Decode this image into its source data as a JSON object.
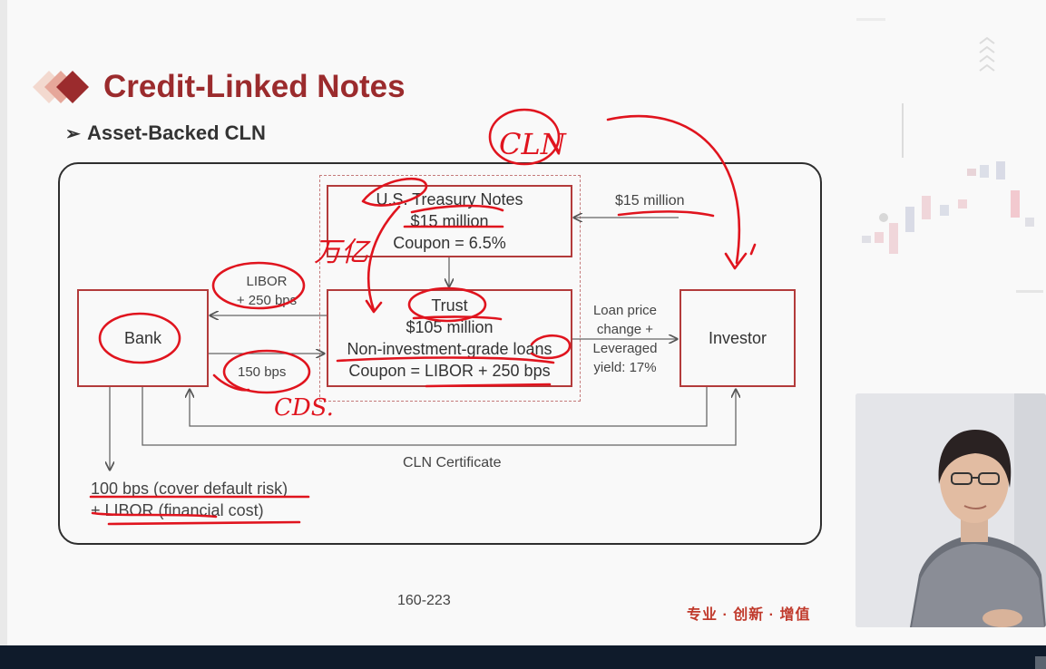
{
  "slide": {
    "title": "Credit-Linked Notes",
    "bullet": "Asset-Backed CLN",
    "page_number": "160-223",
    "brand_tagline": "专业 · 创新 · 增值"
  },
  "diagram": {
    "treasury_box": {
      "line1": "U.S. Treasury Notes",
      "line2": "$15 million",
      "line3": "Coupon = 6.5%"
    },
    "trust_box": {
      "line1": "Trust",
      "line2": "$105 million",
      "line3": "Non-investment-grade loans",
      "line4": "Coupon = LIBOR + 250 bps"
    },
    "bank_box": {
      "label": "Bank"
    },
    "investor_box": {
      "label": "Investor"
    },
    "labels": {
      "investor_payment": "$15 million",
      "libor_line1": "LIBOR",
      "libor_line2": "+ 250 bps",
      "bps_150": "150 bps",
      "loan_price_line1": "Loan price",
      "loan_price_line2": "change +",
      "loan_price_line3": "Leveraged",
      "loan_price_line4": "yield: 17%",
      "cln_certificate": "CLN Certificate",
      "bank_cost_line1": "100 bps (cover default risk)",
      "bank_cost_line2": "+ LIBOR (financial cost)"
    }
  },
  "annotations": {
    "cln": "CLN",
    "cds": "CDS.",
    "chinese_note": "万亿"
  },
  "colors": {
    "title": "#9b2b2d",
    "box_border": "#b33b3b",
    "pen": "#e0141e",
    "brand": "#c0392b"
  }
}
